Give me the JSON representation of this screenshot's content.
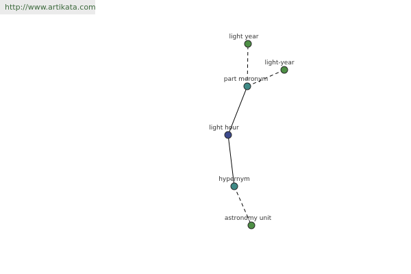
{
  "site": {
    "url": "http://www.artikata.com"
  },
  "colors": {
    "background": "#ffffff",
    "banner_bg": "#ebebeb",
    "banner_text": "#3d6a3d",
    "focus_node": "#3c4a8c",
    "relation_node": "#3f8a86",
    "term_node": "#4e8f45"
  },
  "graph": {
    "nodes": [
      {
        "id": "light-year-1",
        "label": "light year",
        "kind": "term"
      },
      {
        "id": "light-year-2",
        "label": "light-year",
        "kind": "term"
      },
      {
        "id": "part-meronym",
        "label": "part meronym",
        "kind": "relation"
      },
      {
        "id": "light-hour",
        "label": "light hour",
        "kind": "focus"
      },
      {
        "id": "hypernym",
        "label": "hypernym",
        "kind": "relation"
      },
      {
        "id": "astronomy-unit",
        "label": "astronomy unit",
        "kind": "term"
      }
    ],
    "edges": [
      {
        "from": "light-hour",
        "to": "part-meronym",
        "style": "solid"
      },
      {
        "from": "part-meronym",
        "to": "light-year-1",
        "style": "dashed"
      },
      {
        "from": "part-meronym",
        "to": "light-year-2",
        "style": "dashed"
      },
      {
        "from": "light-hour",
        "to": "hypernym",
        "style": "solid"
      },
      {
        "from": "hypernym",
        "to": "astronomy-unit",
        "style": "dashed"
      }
    ]
  }
}
